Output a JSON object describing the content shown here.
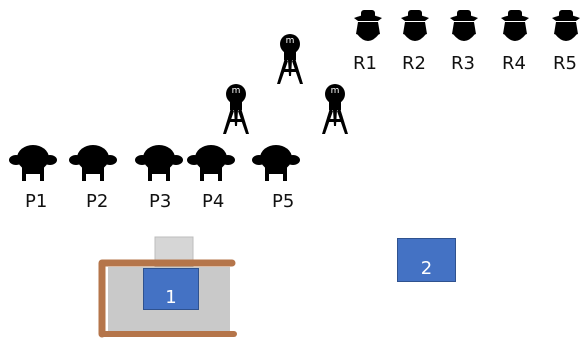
{
  "row_r": {
    "labels": [
      "R1",
      "R2",
      "R3",
      "R4",
      "R5"
    ]
  },
  "row_p": {
    "labels": [
      "P1",
      "P2",
      "P3",
      "P4",
      "P5"
    ]
  },
  "tripods": {
    "badge_text": "m"
  },
  "boxes": {
    "box1_label": "1",
    "box2_label": "2"
  },
  "colors": {
    "ink": "#000000",
    "box_blue": "#4472c4",
    "frame_brown": "#b5754a",
    "tray_gray": "#c9c9c9"
  },
  "icons": {
    "r_figure": "hat-figure-icon",
    "p_figure": "blob-figure-icon",
    "tripod": "tripod-camera-icon"
  }
}
